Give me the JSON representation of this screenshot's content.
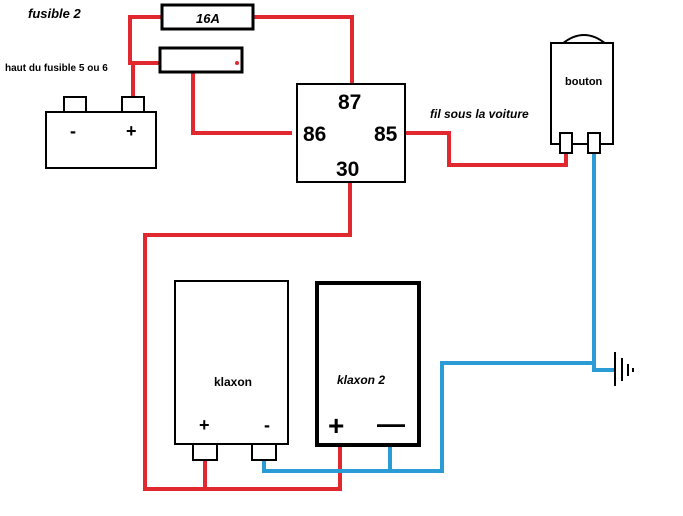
{
  "labels": {
    "fuse_top": "fusible 2",
    "fuse_bottom": "haut du fusible 5 ou 6",
    "fuse_rating": "16A",
    "under_car": "fil sous la voiture",
    "button": "bouton",
    "horn1": "klaxon",
    "horn2": "klaxon 2",
    "battery_minus": "-",
    "battery_plus": "+",
    "horn1_plus": "+",
    "horn1_minus": "-",
    "horn2_plus": "+",
    "horn2_minus": "—"
  },
  "relay": {
    "pin87": "87",
    "pin86": "86",
    "pin85": "85",
    "pin30": "30"
  },
  "colors": {
    "positive_wire": "#e0282e",
    "ground_wire": "#2a9bd4",
    "outline": "#000000"
  }
}
